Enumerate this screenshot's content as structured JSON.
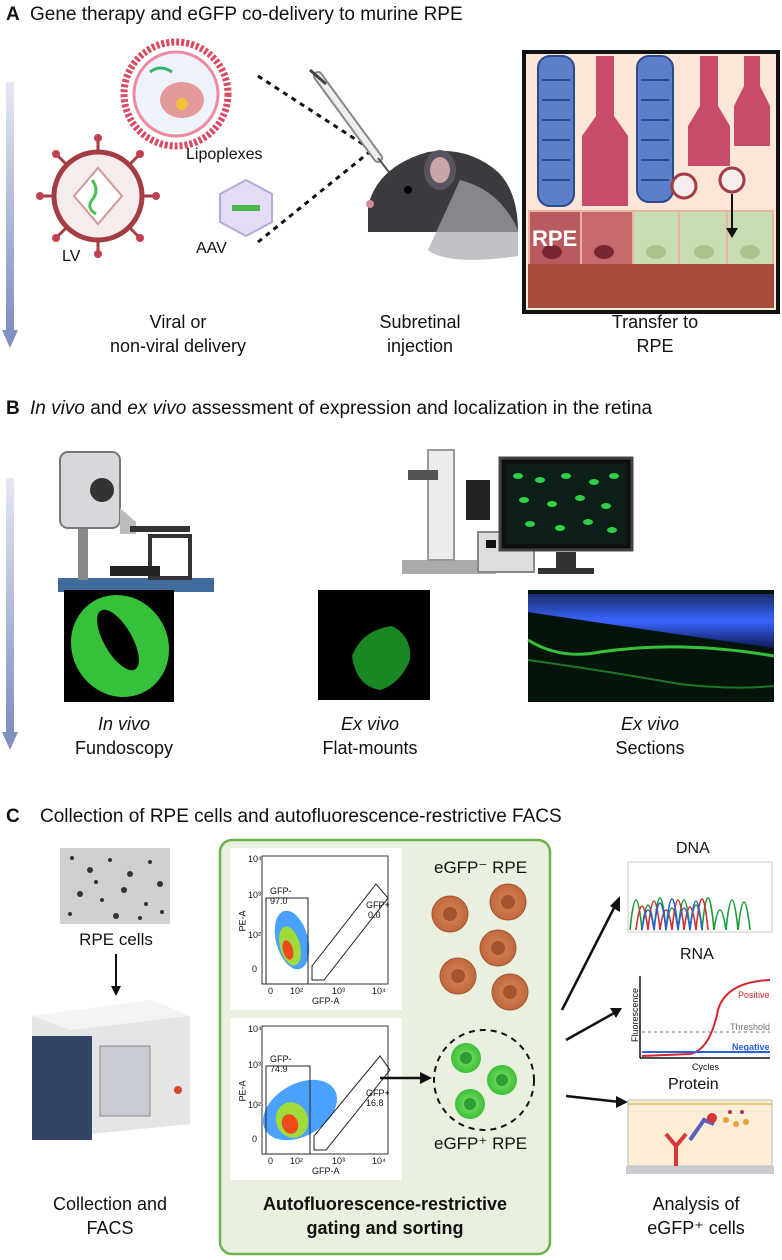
{
  "panel_a": {
    "letter": "A",
    "title": "Gene therapy and eGFP co-delivery to murine RPE",
    "labels": {
      "lipoplexes": "Lipoplexes",
      "lv": "LV",
      "aav": "AAV",
      "rpe": "RPE"
    },
    "captions": {
      "delivery_1": "Viral or",
      "delivery_2": "non-viral delivery",
      "injection_1": "Subretinal",
      "injection_2": "injection",
      "transfer_1": "Transfer to",
      "transfer_2": "RPE"
    }
  },
  "panel_b": {
    "letter": "B",
    "title_em1": "In vivo",
    "title_mid": " and ",
    "title_em2": "ex vivo",
    "title_rest": " assessment of expression and localization in the retina",
    "captions": {
      "invivo_em": "In vivo",
      "invivo_sub": "Fundoscopy",
      "flat_em": "Ex vivo",
      "flat_sub": "Flat-mounts",
      "sec_em": "Ex vivo",
      "sec_sub": "Sections"
    }
  },
  "panel_c": {
    "letter": "C",
    "title": "Collection of RPE cells and autofluorescence-restrictive FACS",
    "rpe_cells": "RPE cells",
    "collection_1": "Collection and",
    "collection_2": "FACS",
    "box_1": "Autofluorescence-restrictive",
    "box_2": "gating and sorting",
    "neg_label": "eGFP⁻ RPE",
    "pos_label": "eGFP⁺ RPE",
    "plot1": {
      "gfp_neg": "GFP-",
      "gfp_neg_val": "97.0",
      "gfp_pos": "GFP+",
      "gfp_pos_val": "0.0",
      "ylab": "PE-A",
      "xlab": "GFP-A"
    },
    "plot2": {
      "gfp_neg": "GFP-",
      "gfp_neg_val": "74.9",
      "gfp_pos": "GFP+",
      "gfp_pos_val": "16.8",
      "ylab": "PE-A",
      "xlab": "GFP-A"
    },
    "ticks": {
      "t4": "10⁴",
      "t3": "10³",
      "t2": "10²",
      "t0": "0"
    },
    "dna": "DNA",
    "rna": "RNA",
    "rna_plot": {
      "positive": "Positive",
      "threshold": "Threshold",
      "negative": "Negative",
      "ylab": "Fluorescence",
      "xlab": "Cycles"
    },
    "protein": "Protein",
    "analysis_1": "Analysis of",
    "analysis_2": "eGFP⁺ cells"
  },
  "colors": {
    "green_box": "#6cb24a",
    "arrow_blue": "#8091c0",
    "gfp_green": "#35c23a",
    "rpe_red": "#c94b6a",
    "rpe_blue": "#5b7fc8"
  }
}
